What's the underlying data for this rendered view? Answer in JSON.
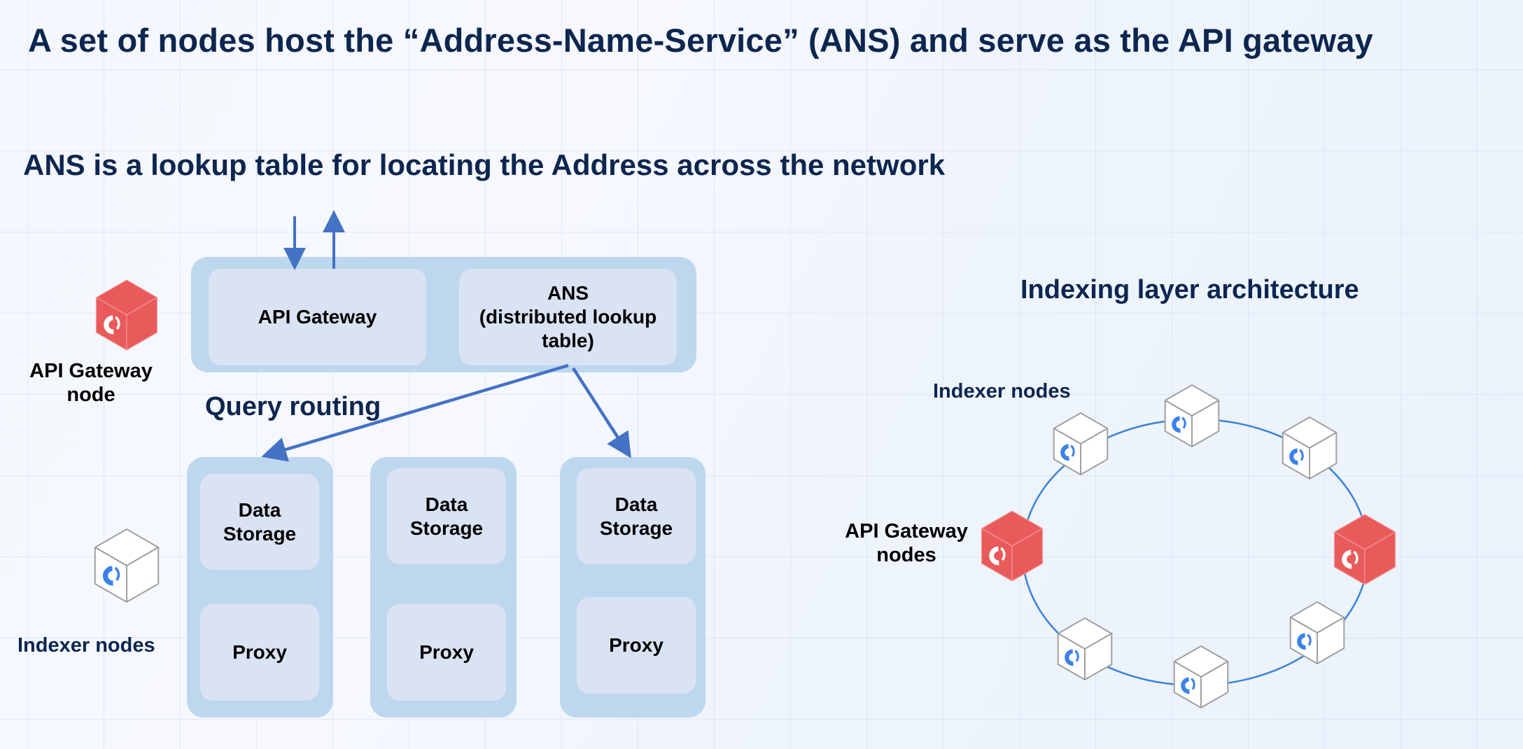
{
  "title": "A set of nodes host the “Address-Name-Service” (ANS) and serve as the API gateway",
  "subtitle": "ANS is a lookup table for locating the Address across the network",
  "colors": {
    "heading": "#0d2650",
    "panel": "#bdd7ee",
    "box": "#dae3f3",
    "arrow": "#4472c4",
    "gateway_node": "#e95a5a",
    "indexer_node_stroke": "#a0a0a0",
    "node_logo_blue": "#3b82e8",
    "ring": "#3b82d6"
  },
  "left_diagram": {
    "legend": {
      "gateway_node_icon": "red-cube-node-icon",
      "gateway_node_label": "API Gateway node",
      "indexer_node_icon": "white-cube-node-icon",
      "indexer_node_label": "Indexer nodes"
    },
    "top_panel": {
      "api_gateway": "API Gateway",
      "ans_line1": "ANS",
      "ans_line2": "(distributed lookup",
      "ans_line3": "table)"
    },
    "io_arrows": [
      "request-in-arrow",
      "response-out-arrow"
    ],
    "routing_label": "Query routing",
    "columns": [
      {
        "storage_line1": "Data",
        "storage_line2": "Storage",
        "proxy": "Proxy"
      },
      {
        "storage_line1": "Data",
        "storage_line2": "Storage",
        "proxy": "Proxy"
      },
      {
        "storage_line1": "Data",
        "storage_line2": "Storage",
        "proxy": "Proxy"
      }
    ]
  },
  "right_diagram": {
    "title": "Indexing layer architecture",
    "indexer_label": "Indexer nodes",
    "gateway_label_line1": "API Gateway",
    "gateway_label_line2": "nodes",
    "ring_nodes": [
      {
        "type": "indexer",
        "position": "top-left"
      },
      {
        "type": "indexer",
        "position": "top"
      },
      {
        "type": "indexer",
        "position": "top-right"
      },
      {
        "type": "gateway",
        "position": "right"
      },
      {
        "type": "indexer",
        "position": "bottom-right"
      },
      {
        "type": "indexer",
        "position": "bottom"
      },
      {
        "type": "indexer",
        "position": "bottom-left"
      },
      {
        "type": "gateway",
        "position": "left"
      }
    ],
    "gateway_count": 2,
    "indexer_count": 6
  }
}
